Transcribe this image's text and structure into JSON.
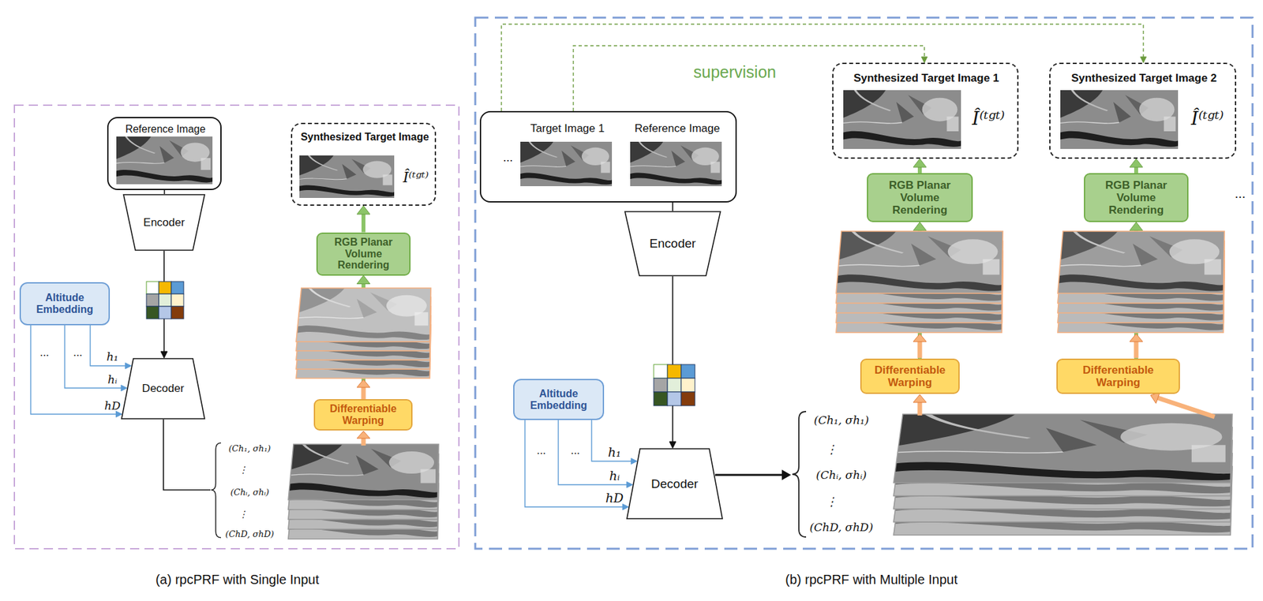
{
  "diagram": {
    "nodes": [
      {
        "text": [
          "Reference Image"
        ]
      },
      {
        "text": [
          "Synthesized Target Image",
          "Î⁽ᵗᵍᵗ⁾"
        ]
      },
      {
        "text": [
          "Encoder"
        ]
      },
      {
        "text": [
          "RGB Planar Volume Rendering"
        ]
      },
      {
        "text": [
          "Altitude Embedding"
        ]
      },
      {
        "text": [
          "Decoder"
        ]
      },
      {
        "text": [
          "Differentiable Warping"
        ]
      },
      {
        "text": [
          "Synthesized Target Image 1",
          "Î⁽ᵗᵍᵗ⁾"
        ]
      },
      {
        "text": [
          "Synthesized Target Image 2",
          "Î⁽ᵗᵍᵗ⁾"
        ]
      },
      {
        "text": [
          "...",
          "Target Image 1",
          "Reference Image"
        ]
      },
      {
        "text": [
          "RGB Planar Volume Rendering"
        ]
      },
      {
        "text": [
          "RGB Planar Volume Rendering"
        ]
      },
      {
        "text": [
          "Encoder"
        ]
      },
      {
        "text": [
          "Differentiable Warping"
        ]
      },
      {
        "text": [
          "Differentiable Warping"
        ]
      },
      {
        "text": [
          "Altitude Embedding"
        ]
      },
      {
        "text": [
          "Decoder"
        ]
      }
    ],
    "edges": [
      {
        "from": 0,
        "to": 2,
        "arrow": "none"
      },
      {
        "from": 2,
        "to": 5,
        "arrow": "to"
      },
      {
        "from": 4,
        "to": 5,
        "label": "h₁",
        "arrow": "to"
      },
      {
        "from": 4,
        "to": 5,
        "label": "hᵢ",
        "arrow": "to"
      },
      {
        "from": 4,
        "to": 5,
        "label": "hD",
        "arrow": "to"
      },
      {
        "from": 6,
        "to": 3,
        "arrow": "to"
      },
      {
        "from": 3,
        "to": 1,
        "arrow": "to"
      },
      {
        "from": 9,
        "to": 7,
        "arrow": "to"
      },
      {
        "from": 9,
        "to": 8,
        "arrow": "to"
      },
      {
        "from": 9,
        "to": 12,
        "arrow": "none"
      },
      {
        "from": 12,
        "to": 16,
        "arrow": "to"
      },
      {
        "from": 15,
        "to": 16,
        "label": "h₁",
        "arrow": "to"
      },
      {
        "from": 15,
        "to": 16,
        "label": "hᵢ",
        "arrow": "to"
      },
      {
        "from": 15,
        "to": 16,
        "label": "hD",
        "arrow": "to"
      },
      {
        "from": 13,
        "to": 10,
        "arrow": "to"
      },
      {
        "from": 14,
        "to": 11,
        "arrow": "to"
      },
      {
        "from": 10,
        "to": 7,
        "arrow": "to"
      },
      {
        "from": 11,
        "to": 8,
        "arrow": "to"
      }
    ],
    "labels": [
      "...",
      "...",
      "(Ch₁, σh₁)",
      "⋮",
      "(Chᵢ, σhᵢ)",
      "⋮",
      "(ChD, σhD)",
      "(a) rpcPRF with Single Input",
      "supervision",
      "...",
      "...",
      "(Ch₁, σh₁)",
      "⋮",
      "(Chᵢ, σhᵢ)",
      "⋮",
      "(ChD, σhD)",
      "...",
      "(b) rpcPRF with Multiple Input"
    ]
  }
}
